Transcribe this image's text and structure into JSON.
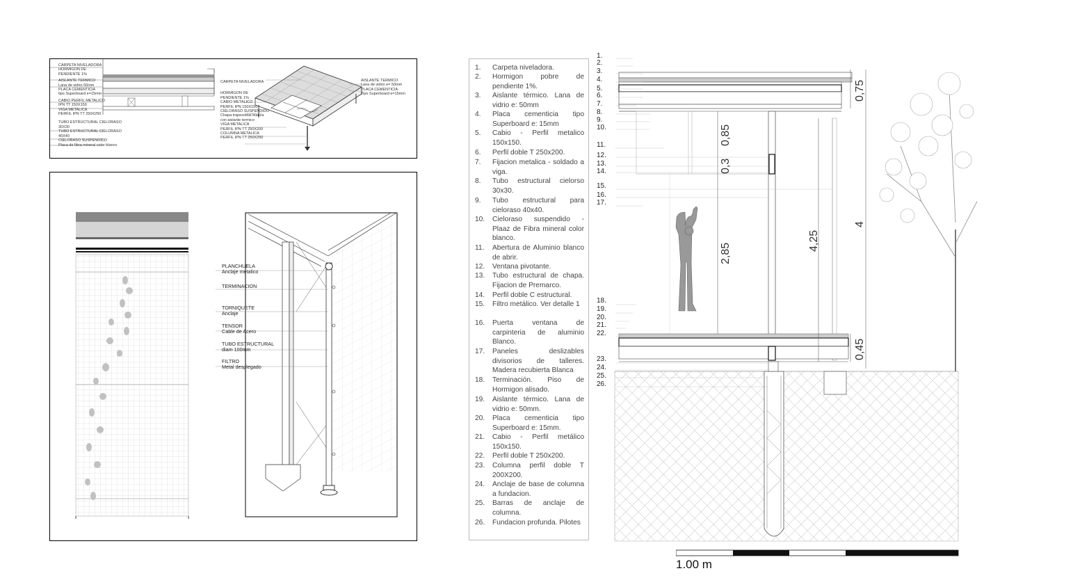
{
  "detail1": {
    "left_labels": [
      "CARPETA NIVELADORA",
      "HORMIGON DE",
      "PENDIENTE 1%",
      "AISLANTE TERMICO",
      "Lana de vidrio 50mm",
      "PLACA CEMENTICIA",
      "tipo Superboard e=15mm",
      "CABIO PERFIL METALICO",
      "IPN TT 150X150",
      "VIGA METALICA",
      "PERFIL IPN TT 250X250",
      "TUBO ESTRUCTURAL CIELORASO",
      "30X30",
      "TUBO ESTRUCTURAL CIELORASO",
      "40X40",
      "CIELORASO SUSPENDIDO",
      "Placa de fibra mineral color blanco"
    ],
    "iso_left_labels": [
      "CARPETA NIVELADORA",
      "HORMIGON DE",
      "PENDIENTE 1%",
      "CABIO METALICO",
      "PERFIL IPN 150X150",
      "CIELORASO SUSPENDIDO",
      "Chapa trapezoidal blanca",
      "con aislante termico",
      "VIGA METALICA",
      "PERFIL IPN TT 250X200",
      "COLUMNA METALICA",
      "PERFIL IPN TT 250X250"
    ],
    "iso_right_labels": [
      "AISLANTE TERMICO",
      "Lana de vidrio e= 50mm",
      "PLACA CEMENTICIA",
      "Tipo Superboard e=15mm"
    ]
  },
  "detail2": {
    "labels": [
      {
        "title": "PLANCHUELA",
        "sub": "Anclaje metalico"
      },
      {
        "title": "TERMINACION",
        "sub": ""
      },
      {
        "title": "TORNIQUETE",
        "sub": "Anclaje"
      },
      {
        "title": "TENSOR",
        "sub": "Cable de Acero"
      },
      {
        "title": "TUBO ESTRUCTURAL",
        "sub": "diam 100mm"
      },
      {
        "title": "FILTRO",
        "sub": "Metal desplegado"
      }
    ]
  },
  "legend": [
    {
      "n": "1.",
      "t": "Carpeta niveladora."
    },
    {
      "n": "2.",
      "t": "Hormigon pobre de pendiente 1%."
    },
    {
      "n": "3.",
      "t": "Aislante térmico. Lana de vidrio e: 50mm"
    },
    {
      "n": "4.",
      "t": "Placa cementicia tipo Superboard e: 15mm"
    },
    {
      "n": "5.",
      "t": "Cabio - Perfil metalico 150x150."
    },
    {
      "n": "6.",
      "t": "Perfil doble T 250x200."
    },
    {
      "n": "7.",
      "t": "Fijacion metalica - soldado a viga."
    },
    {
      "n": "8.",
      "t": "Tubo estructural cielorso 30x30."
    },
    {
      "n": "9.",
      "t": "Tubo estructural para cieloraso 40x40."
    },
    {
      "n": "10.",
      "t": "Cieloraso suspendido - Plaaz de Fibra mineral color blanco."
    },
    {
      "n": "11.",
      "t": "Abertura de Aluminio blanco de abrir."
    },
    {
      "n": "12.",
      "t": "Ventana pivotante."
    },
    {
      "n": "13.",
      "t": "Tubo estructural de chapa. Fijacion de Premarco."
    },
    {
      "n": "14.",
      "t": "Perfil doble C estructural."
    },
    {
      "n": "15.",
      "t": "Filtro metálico. Ver detalle 1"
    },
    {
      "n": "16.",
      "t": "Puerta ventana de carpinteria de aluminio Blanco."
    },
    {
      "n": "17.",
      "t": "Paneles deslizables divisorios de talleres. Madera recubierta Blanca"
    },
    {
      "n": "18.",
      "t": "Terminación. Piso de Hormigon alisado."
    },
    {
      "n": "19.",
      "t": "Aislante térmico. Lana de vidrio e: 50mm."
    },
    {
      "n": "20.",
      "t": "Placa cementicia tipo Superboard e: 15mm."
    },
    {
      "n": "21.",
      "t": "Cabio - Perfil metálico 150x150."
    },
    {
      "n": "22.",
      "t": "Perfil doble T 250x200."
    },
    {
      "n": "23.",
      "t": "Columna perfil doble T 200X200."
    },
    {
      "n": "24.",
      "t": "Anclaje de base de columna a fundacion."
    },
    {
      "n": "25.",
      "t": "Barras de anclaje de columna."
    },
    {
      "n": "26.",
      "t": "Fundacion profunda. Pilotes"
    }
  ],
  "section_numbers": [
    "1.",
    "2.",
    "3.",
    "4.",
    "5.",
    "6.",
    "7.",
    "8.",
    "9.",
    "10.",
    "11.",
    "12.",
    "13.",
    "14.",
    "15.",
    "16.",
    "17.",
    "18.",
    "19.",
    "20.",
    "21.",
    "22.",
    "23.",
    "24.",
    "25.",
    "26."
  ],
  "dimensions": {
    "d075": "0,75",
    "d085": "0,85",
    "d03": "0,3",
    "d285": "2,85",
    "d425": "4,25",
    "d4": "4",
    "d045": "0,45"
  },
  "scale": {
    "label": "1.00 m"
  }
}
